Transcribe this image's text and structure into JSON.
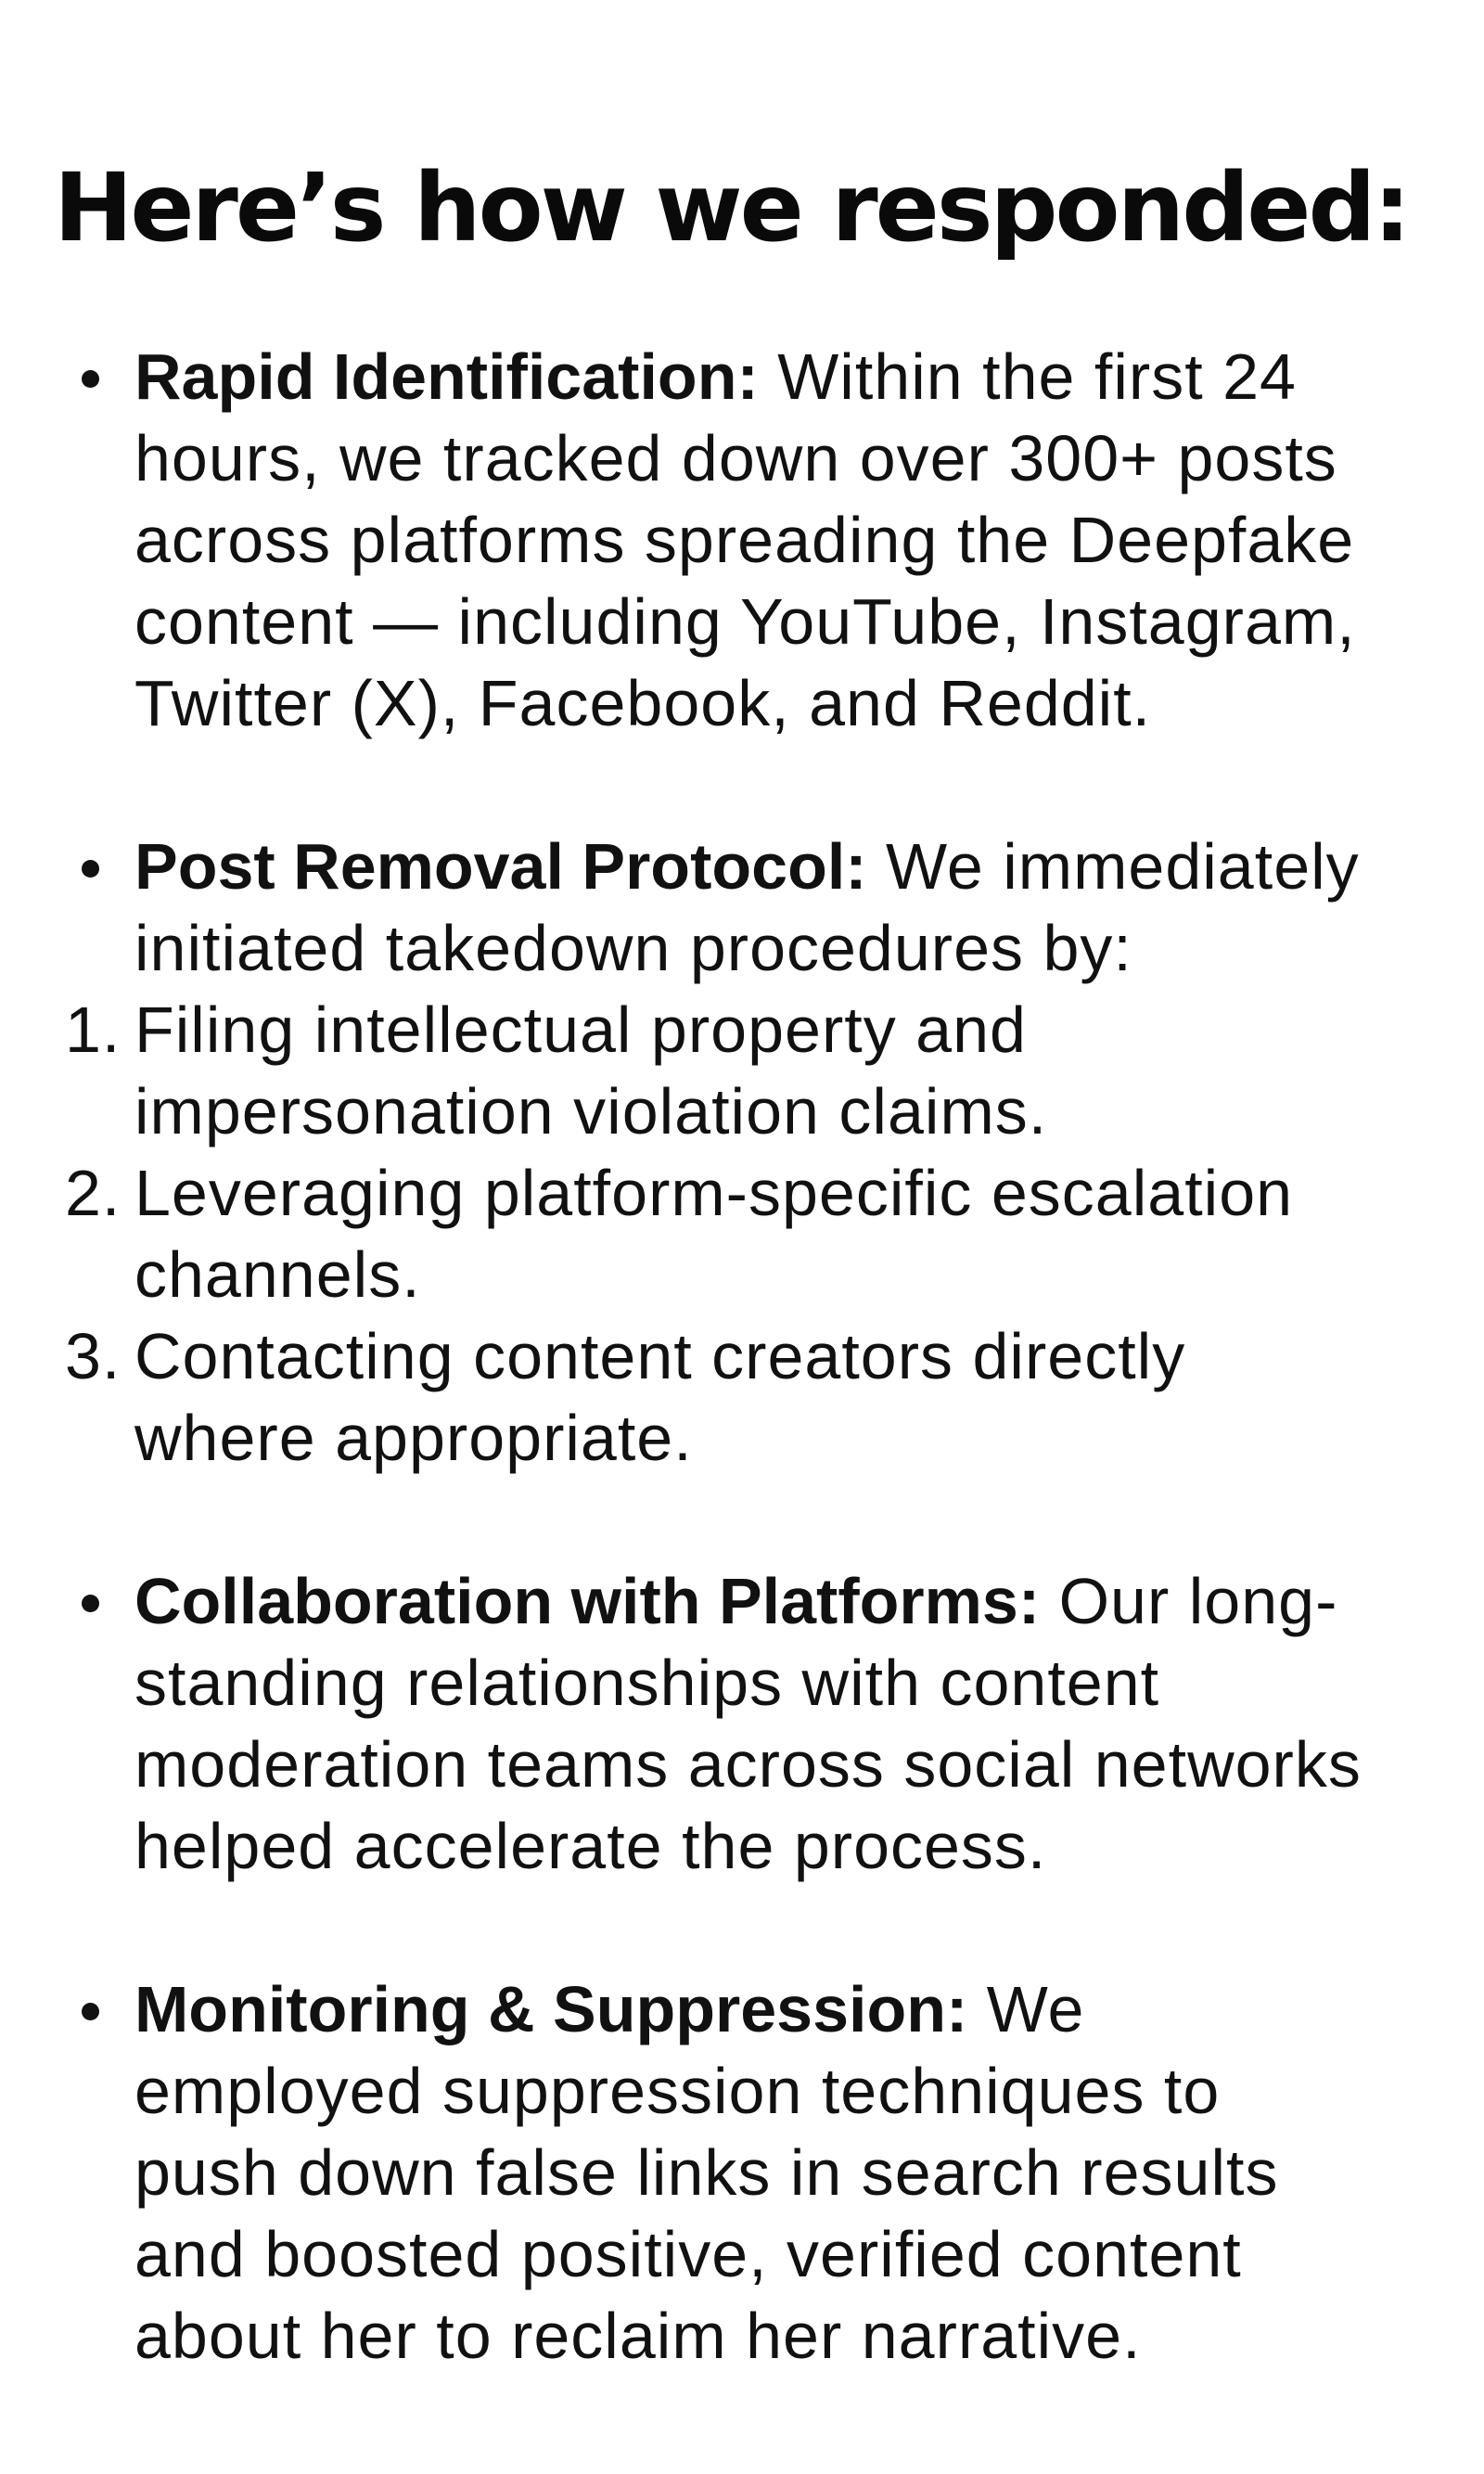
{
  "title": "Here’s how we responded:",
  "sections": [
    {
      "heading": "Rapid Identification:",
      "lines": [
        " Within the first 24",
        "hours, we tracked down over 300+ posts",
        "across platforms spreading the Deepfake",
        "content — including YouTube, Instagram,",
        "Twitter (X), Facebook, and Reddit."
      ]
    },
    {
      "heading": "Post Removal Protocol:",
      "lines": [
        " We immediately",
        "initiated takedown procedures by:"
      ],
      "steps": [
        {
          "number": "1.",
          "lines": [
            " Filing intellectual property and",
            "impersonation violation claims."
          ]
        },
        {
          "number": "2.",
          "lines": [
            "Leveraging platform-specific escalation",
            "channels."
          ]
        },
        {
          "number": "3.",
          "lines": [
            "Contacting content creators directly",
            "where appropriate."
          ]
        }
      ]
    },
    {
      "heading": "Collaboration with Platforms:",
      "lines": [
        " Our long-",
        "standing relationships with content",
        "moderation teams across social networks",
        "helped accelerate the process."
      ]
    },
    {
      "heading": "Monitoring & Suppression:",
      "lines": [
        " We",
        "employed suppression techniques to",
        "push down false links in search results",
        "and boosted positive, verified content",
        "about her to reclaim her narrative."
      ]
    }
  ]
}
